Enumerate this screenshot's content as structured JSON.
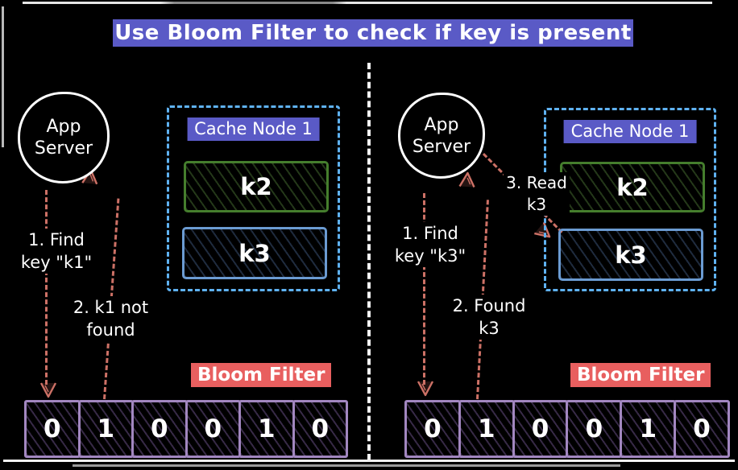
{
  "title": "Use Bloom Filter to check if key is present",
  "colors": {
    "purple": "#5a5ac6",
    "red": "#e85f5f",
    "arrow": "#cd7166",
    "cacheblue": "#5fb2f2",
    "green": "#457e2d",
    "keyblue": "#6b9bd2",
    "cellpurple": "#a287c0"
  },
  "left": {
    "app_server": {
      "line1": "App",
      "line2": "Server"
    },
    "cache": {
      "title": "Cache Node 1",
      "key1": "k2",
      "key2": "k3"
    },
    "step1": {
      "line1": "1. Find",
      "line2": "key \"k1\""
    },
    "step2": {
      "line1": "2. k1 not",
      "line2": "found"
    },
    "bloom_label": "Bloom Filter",
    "bits": [
      "0",
      "1",
      "0",
      "0",
      "1",
      "0"
    ]
  },
  "right": {
    "app_server": {
      "line1": "App",
      "line2": "Server"
    },
    "cache": {
      "title": "Cache Node 1",
      "key1": "k2",
      "key2": "k3"
    },
    "step1": {
      "line1": "1. Find",
      "line2": "key \"k3\""
    },
    "step2": {
      "line1": "2. Found",
      "line2": "k3"
    },
    "step3": {
      "line1": "3. Read",
      "line2": "k3"
    },
    "bloom_label": "Bloom Filter",
    "bits": [
      "0",
      "1",
      "0",
      "0",
      "1",
      "0"
    ]
  }
}
